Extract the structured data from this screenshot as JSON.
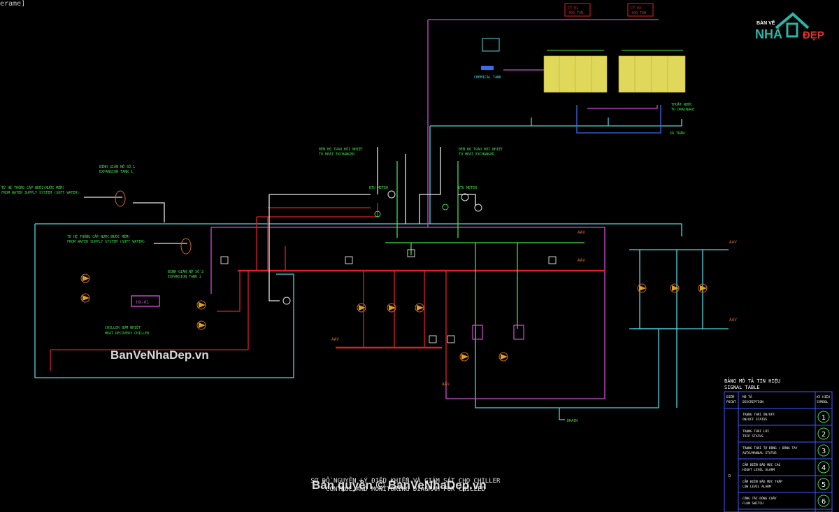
{
  "window": {
    "frame_tab": "erame]"
  },
  "watermarks": {
    "site_left": "BanVeNhaDep.vn",
    "copyright": "Bản quyền © BanVeNhaDep.vn"
  },
  "logo": {
    "top": "BẢN VẼ",
    "nha": "NHÀ",
    "dep": "ĐẸP"
  },
  "title": {
    "vi": "SƠ ĐỒ NGUYÊN LÝ ĐIỀU KHIỂN VÀ GIÁM SÁT CHO CHILLER",
    "en": "CONTROL AND MONITORING DIAGRAM FOR CHILLED"
  },
  "labels": {
    "expansion_tank_1": "BÌNH GIÃN NỞ SỐ 1",
    "expansion_tank_1_en": "EXPANSION TANK 1",
    "soft_water_1": "TỪ HỆ THỐNG CẤP NƯỚC(NƯỚC MỀM)",
    "soft_water_1_en": "FROM WATER SUPPLY SYSTEM (SOFT WATER)",
    "soft_water_2": "TỪ HỆ THỐNG CẤP NƯỚC(NƯỚC MỀM)",
    "soft_water_2_en": "FROM WATER SUPPLY SYSTEM (SOFT WATER)",
    "expansion_tank_2": "BÌNH GIÃN NỞ SỐ 2",
    "expansion_tank_2_en": "EXPANSION TANK 2",
    "heat_recovery": "CHILLER BƠM NHIỆT",
    "heat_recovery_en": "HEAT RECOVERY CHILLER",
    "hx": "HX-01",
    "bms_left": "ĐẾN BỘ TRAO ĐỔI NHIỆT",
    "bms_left_en": "TO HEAT EXCHANGER",
    "bms_right": "ĐẾN BỘ TRAO ĐỔI NHIỆT",
    "bms_right_en": "TO HEAT EXCHANGER",
    "btu_left": "BTU METER",
    "btu_right": "BTU METER",
    "chemical_tank": "CHEMICAL TANK",
    "ct1": "CT-01",
    "ct2": "CT-02",
    "ct_sub": "400 TON",
    "drain": "THOÁT NƯỚC",
    "drain_en": "TO DRAINAGE",
    "drain2": "XẢ TRÀN",
    "drain_bottom": "DRAIN",
    "aav": "AAV"
  },
  "signal_table": {
    "title_vi": "BẢNG MÔ TẢ TÍN HIỆU",
    "title_en": "SIGNAL TABLE",
    "col1": "ĐIỂM",
    "col1b": "POINT",
    "col2": "MÔ TẢ",
    "col2b": "DESCRIPTION",
    "col3": "KÝ HIỆU",
    "col3b": "SYMBOL",
    "group_code": "D",
    "rows": [
      {
        "vi": "TRẠNG THÁI ON/OFF",
        "en": "ON/OFF STATUS",
        "symbol": "1"
      },
      {
        "vi": "TRẠNG THÁI LỖI",
        "en": "TRIP STATUS",
        "symbol": "2"
      },
      {
        "vi": "TRẠNG THÁI TỰ ĐỘNG / BẰNG TAY",
        "en": "AUTO/MANUAL STATUS",
        "symbol": "3"
      },
      {
        "vi": "CẢM BIẾN BÁO MỨC CAO",
        "en": "HIGHT LEVEL ALARM",
        "symbol": "4"
      },
      {
        "vi": "CẢM BIẾN BÁO MỨC THẤP",
        "en": "LOW LEVEL ALARM",
        "symbol": "5"
      },
      {
        "vi": "CÔNG TẮC DÒNG CHẢY",
        "en": "FLOW SWITCH",
        "symbol": "6"
      }
    ]
  },
  "colors": {
    "cyan": "#4fd6e0",
    "red": "#e02020",
    "magenta": "#d24bd6",
    "green": "#3fe04a",
    "yellow": "#e0e03a",
    "brown": "#c86a2a",
    "white": "#e6e6e6",
    "blue": "#3a6ae8",
    "table": "#3d5cff",
    "logo_teal": "#2bb6a8",
    "logo_red": "#e0342a"
  }
}
